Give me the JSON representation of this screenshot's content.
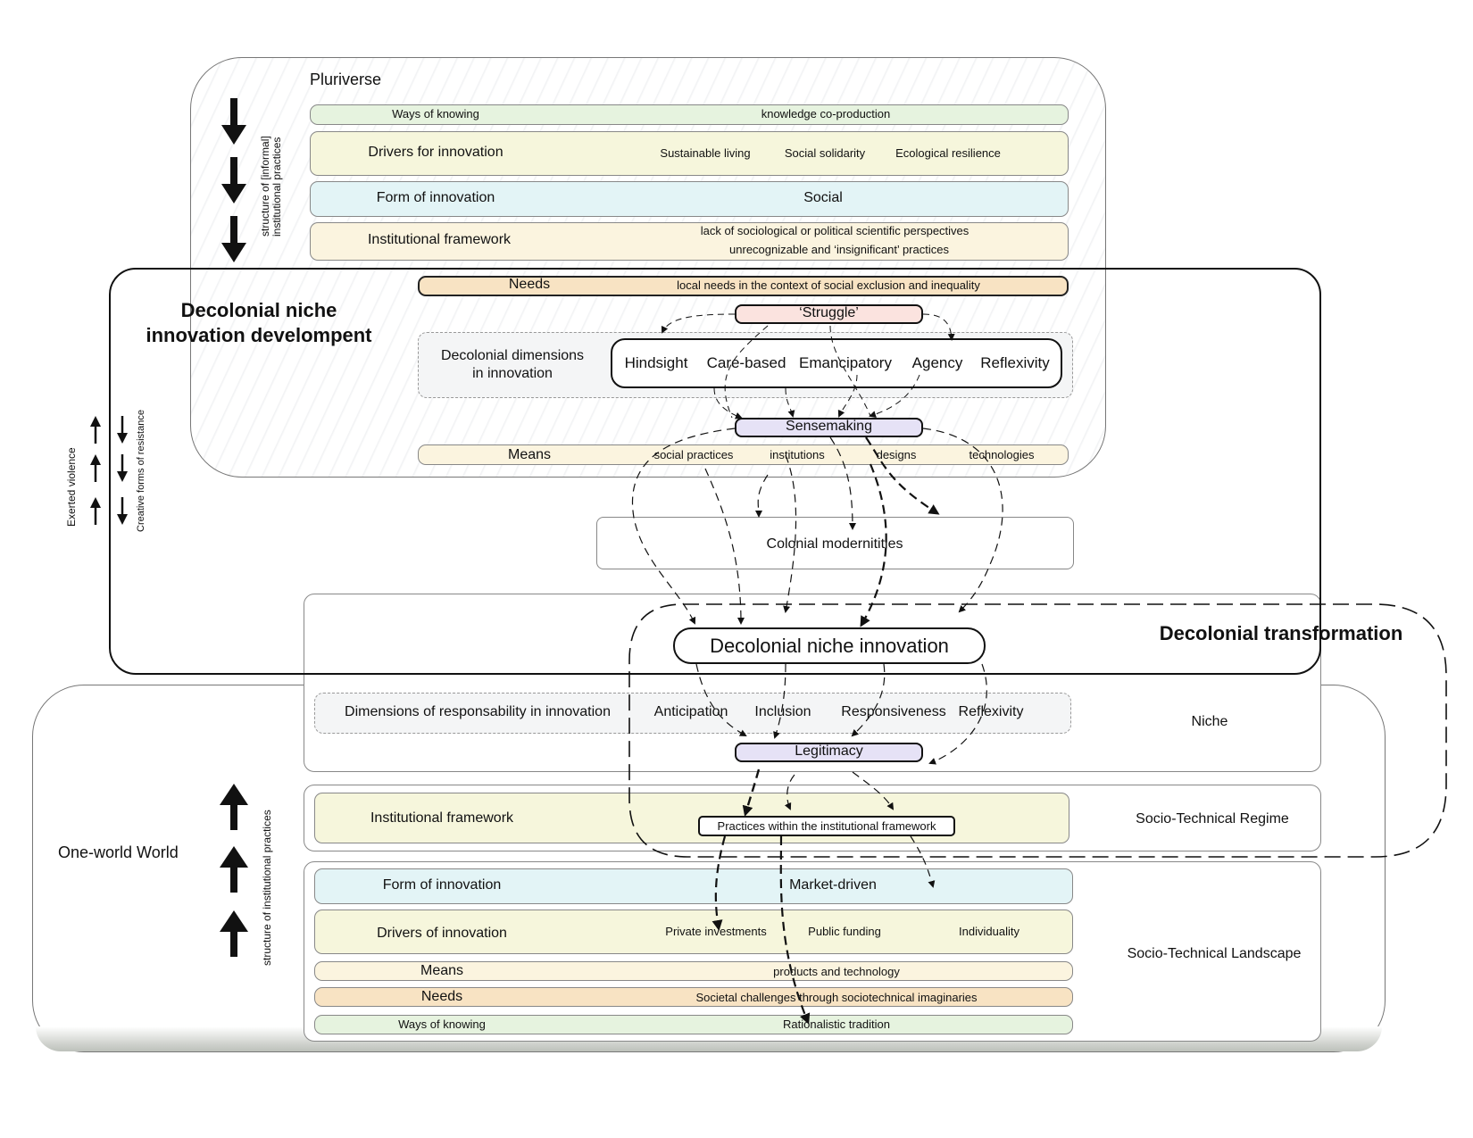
{
  "pluriverse": {
    "title": "Pluriverse",
    "side_label_1": "structure of [informal]",
    "side_label_2": "institutional practices",
    "ways_of_knowing": {
      "label": "Ways of knowing",
      "value": "knowledge co-production"
    },
    "drivers": {
      "label": "Drivers for innovation",
      "values": [
        "Sustainable living",
        "Social solidarity",
        "Ecological resilience"
      ]
    },
    "form": {
      "label": "Form of innovation",
      "value": "Social"
    },
    "institutional": {
      "label": "Institutional framework",
      "line1": "lack of sociological or political scientific perspectives",
      "line2": "unrecognizable and ‘insignificant’ practices"
    }
  },
  "niche_dev": {
    "title_line1": "Decolonial niche",
    "title_line2": "innovation develompent",
    "needs": {
      "label": "Needs",
      "value": "local needs in the context of social exclusion and inequality"
    },
    "struggle": "‘Struggle’",
    "dimensions": {
      "label_line1": "Decolonial dimensions",
      "label_line2": "in innovation",
      "items": [
        "Hindsight",
        "Care-based",
        "Emancipatory",
        "Agency",
        "Reflexivity"
      ]
    },
    "sensemaking": "Sensemaking",
    "means": {
      "label": "Means",
      "values": [
        "social practices",
        "institutions",
        "designs",
        "technologies"
      ]
    },
    "colonial": "Colonial modernitities",
    "left_label_1": "Exerted violence",
    "left_label_2": "Creative forms of resistance"
  },
  "transformation": {
    "title": "Decolonial transformation",
    "niche_innovation": "Decolonial niche innovation"
  },
  "niche": {
    "label": "Niche",
    "dims_label": "Dimensions of responsability in innovation",
    "dims": [
      "Anticipation",
      "Inclusion",
      "Responsiveness",
      "Reflexivity"
    ],
    "legitimacy": "Legitimacy"
  },
  "regime": {
    "label": "Socio-Technical Regime",
    "institutional": "Institutional framework",
    "practices": "Practices within the institutional framework"
  },
  "landscape": {
    "label": "Socio-Technical Landscape",
    "form": {
      "label": "Form of innovation",
      "value": "Market-driven"
    },
    "drivers": {
      "label": "Drivers of innovation",
      "values": [
        "Private investments",
        "Public funding",
        "Individuality"
      ]
    },
    "means": {
      "label": "Means",
      "value": "products and technology"
    },
    "needs": {
      "label": "Needs",
      "value": "Societal challenges through sociotechnical imaginaries"
    },
    "ways": {
      "label": "Ways of knowing",
      "value": "Rationalistic tradition"
    }
  },
  "one_world": {
    "title": "One-world World",
    "side_label": "structure of institutional practices"
  }
}
